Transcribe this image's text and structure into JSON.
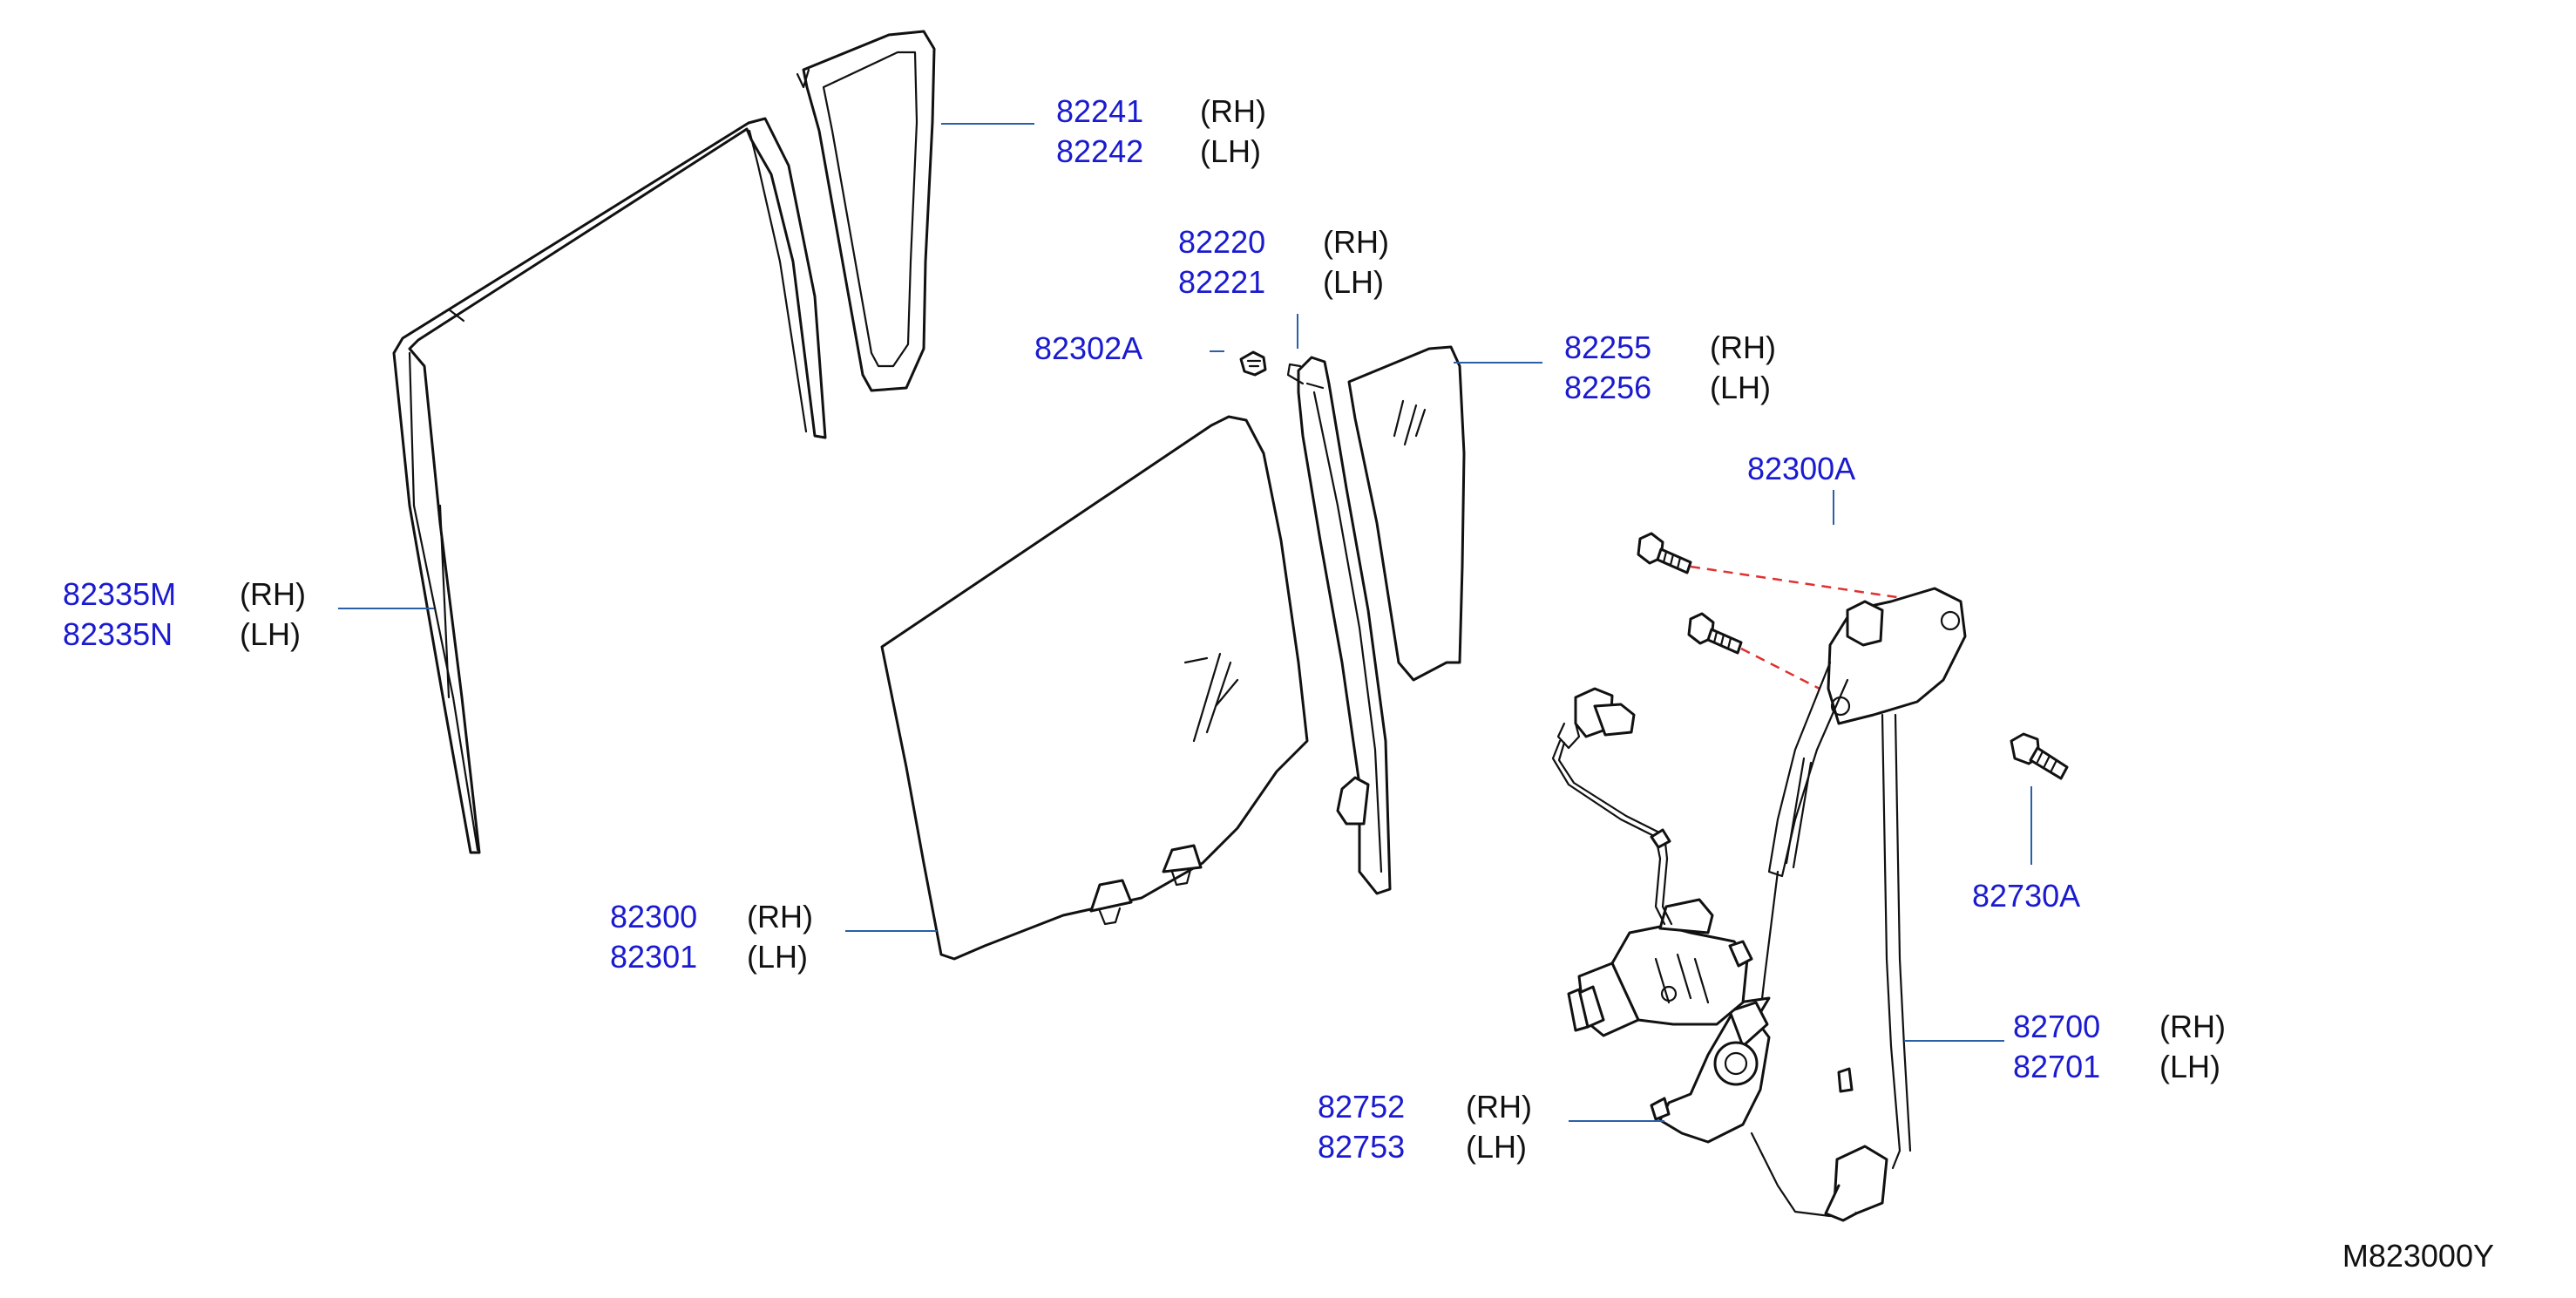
{
  "diagram_id": "M823000Y",
  "colors": {
    "part_number": "#1a1ad0",
    "leader": "#2b5fa8",
    "dashed_guide": "#e03030",
    "outline": "#111111"
  },
  "callouts": {
    "c82241": {
      "rh": "82241",
      "lh": "82242",
      "rh_side": "(RH)",
      "lh_side": "(LH)"
    },
    "c82220": {
      "rh": "82220",
      "lh": "82221",
      "rh_side": "(RH)",
      "lh_side": "(LH)"
    },
    "c82302A": {
      "label": "82302A"
    },
    "c82255": {
      "rh": "82255",
      "lh": "82256",
      "rh_side": "(RH)",
      "lh_side": "(LH)"
    },
    "c82300A": {
      "label": "82300A"
    },
    "c82335": {
      "rh": "82335M",
      "lh": "82335N",
      "rh_side": "(RH)",
      "lh_side": "(LH)"
    },
    "c82730A": {
      "label": "82730A"
    },
    "c82300": {
      "rh": "82300",
      "lh": "82301",
      "rh_side": "(RH)",
      "lh_side": "(LH)"
    },
    "c82700": {
      "rh": "82700",
      "lh": "82701",
      "rh_side": "(RH)",
      "lh_side": "(LH)"
    },
    "c82752": {
      "rh": "82752",
      "lh": "82753",
      "rh_side": "(RH)",
      "lh_side": "(LH)"
    }
  }
}
